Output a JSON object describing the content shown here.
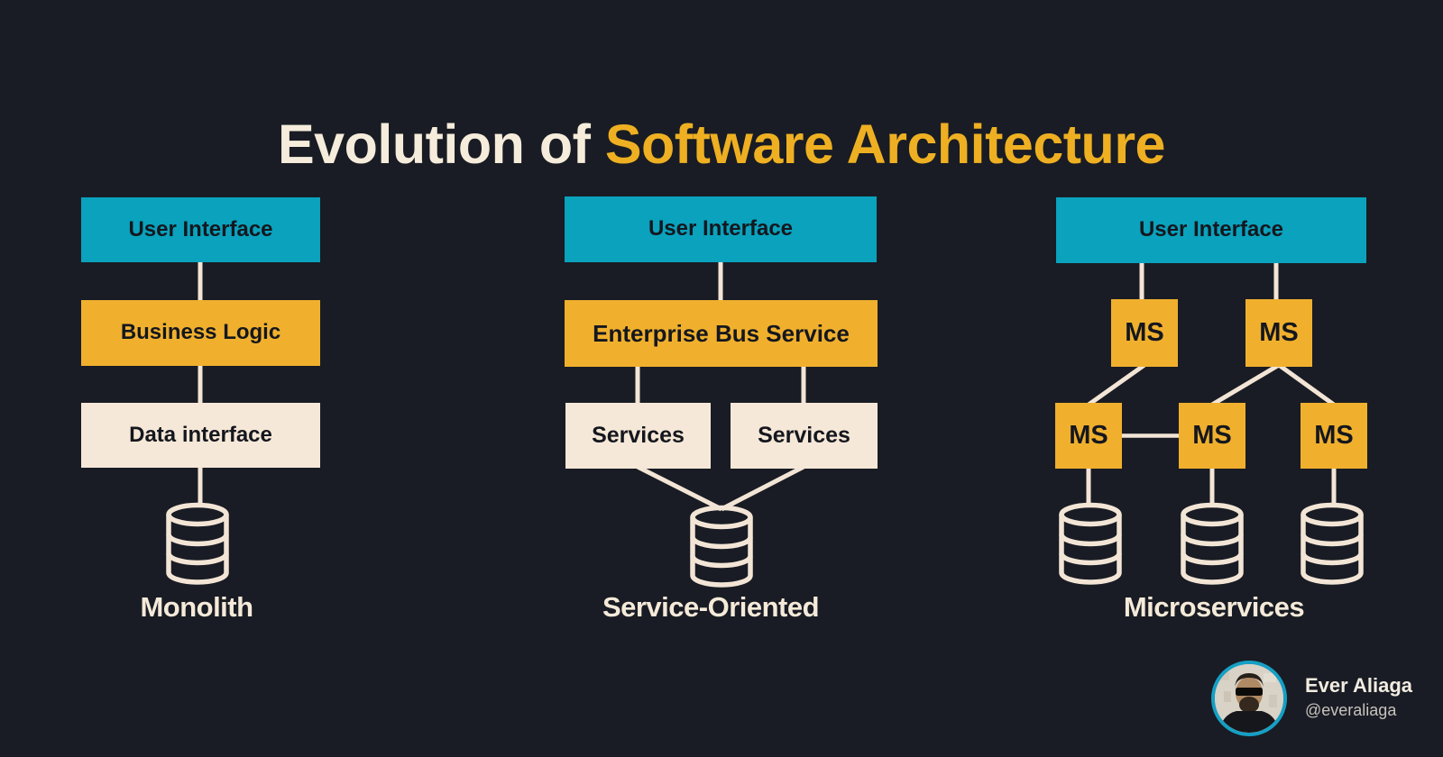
{
  "title": {
    "prefix": "Evolution of",
    "highlight": "Software Architecture"
  },
  "colors": {
    "background": "#191c24",
    "teal": "#0aa2bd",
    "yellow": "#f0b02e",
    "cream": "#f6e8d8",
    "line": "#f3e5d6",
    "title_text": "#f6ecdb",
    "title_highlight": "#eeb022",
    "box_text": "#15171e",
    "avatar_ring": "#169fc4"
  },
  "icons": {
    "database": "database-icon",
    "avatar": "avatar-photo"
  },
  "columns": [
    {
      "label": "Monolith",
      "boxes": [
        {
          "label": "User Interface"
        },
        {
          "label": "Business Logic"
        },
        {
          "label": "Data interface"
        }
      ]
    },
    {
      "label": "Service-Oriented",
      "boxes": [
        {
          "label": "User Interface"
        },
        {
          "label": "Enterprise Bus Service"
        },
        {
          "label": "Services"
        },
        {
          "label": "Services"
        }
      ]
    },
    {
      "label": "Microservices",
      "boxes": [
        {
          "label": "User Interface"
        },
        {
          "label": "MS"
        },
        {
          "label": "MS"
        },
        {
          "label": "MS"
        },
        {
          "label": "MS"
        },
        {
          "label": "MS"
        }
      ]
    }
  ],
  "attribution": {
    "name": "Ever Aliaga",
    "handle": "@everaliaga"
  }
}
